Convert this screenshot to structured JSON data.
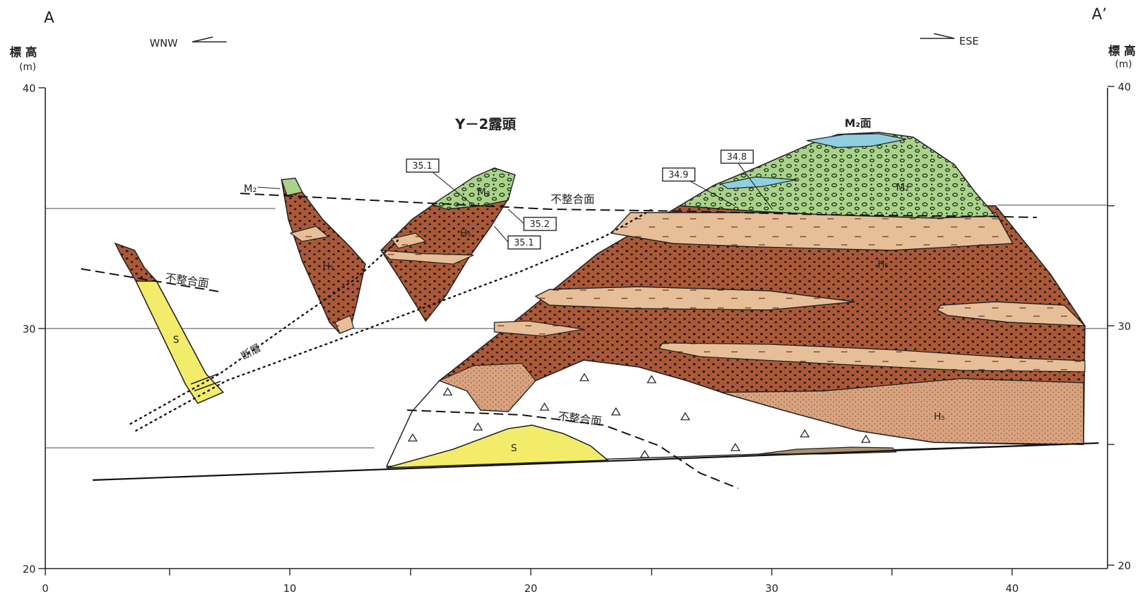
{
  "corners": {
    "left": "A",
    "right": "A’"
  },
  "directions": {
    "west": "WNW",
    "east": "ESE"
  },
  "axis": {
    "y_title_left": "標 高",
    "y_title_right": "標 高",
    "y_unit_left": "(m)",
    "y_unit_right": "(m)",
    "y_ticks_left": [
      "40",
      "30",
      "20"
    ],
    "y_ticks_right": [
      "40",
      "30",
      "20"
    ],
    "x_ticks": [
      "0",
      "10",
      "20",
      "30",
      "40"
    ]
  },
  "outcrop_title": "Y－2露頭",
  "labels": {
    "unconformity": "不整合面",
    "fault": "断層",
    "m2_surface": "M₂面",
    "m2": "M₂",
    "h5": "H₅",
    "s": "S"
  },
  "elevations": [
    "35.1",
    "35.2",
    "35.1",
    "34.8",
    "34.9"
  ],
  "colors": {
    "h5_dark": "#a9593a",
    "h5_light": "#e6be98",
    "h5_fine": "#d9a37f",
    "m2_green": "#a9d38a",
    "m2_blue": "#8fcfe0",
    "s_yellow": "#f2ec6a",
    "gravel_brown": "#a89070"
  }
}
